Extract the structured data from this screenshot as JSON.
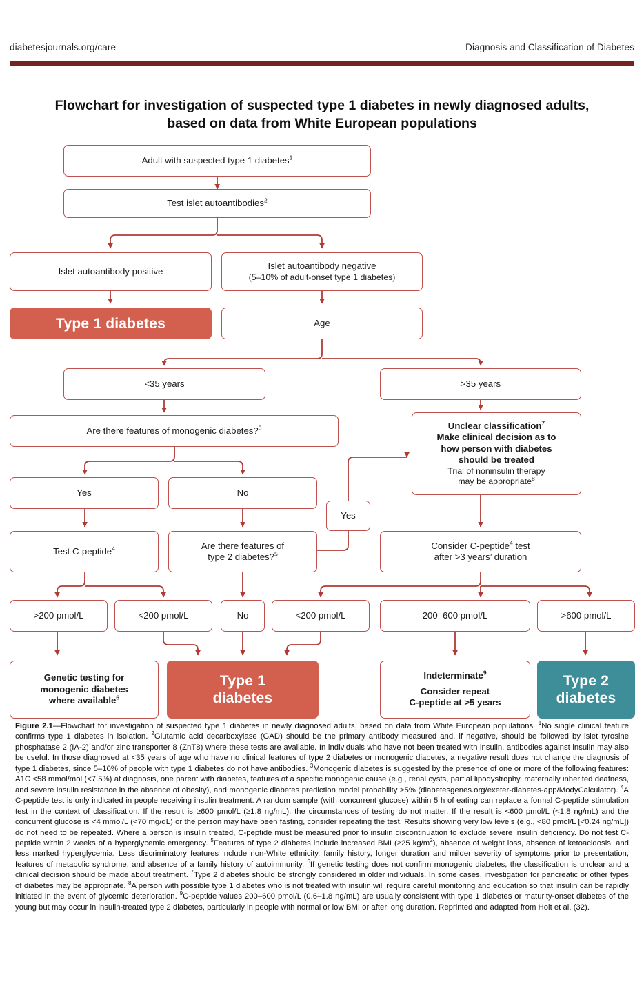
{
  "running_head": {
    "left": "diabetesjournals.org/care",
    "right": "Diagnosis and Classification of Diabetes",
    "rule_color": "#742224"
  },
  "figure": {
    "title_line1": "Flowchart for investigation of suspected type 1 diabetes in newly",
    "title_line2": "diagnosed adults, based on data from White European populations"
  },
  "palette": {
    "box_border": "#c0504d",
    "type1_fill": "#d35f4f",
    "type2_fill": "#3e8e99",
    "arrow": "#b03a36",
    "rule": "#742224"
  },
  "chart_data": {
    "type": "diagram",
    "title": "Flowchart for investigation of suspected type 1 diabetes in newly diagnosed adults, based on data from White European populations",
    "nodes": [
      {
        "id": "n1",
        "label": "Adult with suspected type 1 diabetes",
        "sup": "1",
        "style": "outline"
      },
      {
        "id": "n2",
        "label": "Test islet autoantibodies",
        "sup": "2",
        "style": "outline"
      },
      {
        "id": "n3",
        "label": "Islet autoantibody positive",
        "style": "outline"
      },
      {
        "id": "n4a",
        "label": "Islet autoantibody negative",
        "style": "outline"
      },
      {
        "id": "n4b",
        "label": "(5–10% of adult-onset type 1 diabetes)",
        "style": "outline"
      },
      {
        "id": "n5",
        "label": "Type 1 diabetes",
        "style": "filled-red"
      },
      {
        "id": "n6",
        "label": "Age",
        "style": "outline"
      },
      {
        "id": "n7",
        "label": "<35 years",
        "style": "outline"
      },
      {
        "id": "n8",
        "label": ">35 years",
        "style": "outline"
      },
      {
        "id": "n9",
        "label": "Are there features of monogenic diabetes?",
        "sup": "3",
        "style": "outline"
      },
      {
        "id": "n10l1",
        "label": "Unclear classification",
        "sup": "7",
        "style": "outline"
      },
      {
        "id": "n10l2",
        "label": "Make clinical decision as to",
        "style": "outline"
      },
      {
        "id": "n10l3",
        "label": "how person with diabetes",
        "style": "outline"
      },
      {
        "id": "n10l4",
        "label": "should be treated",
        "style": "outline"
      },
      {
        "id": "n10l5",
        "label": "Trial of noninsulin therapy",
        "style": "outline"
      },
      {
        "id": "n10l6",
        "label": "may be appropriate",
        "sup": "8",
        "style": "outline"
      },
      {
        "id": "n11",
        "label": "Yes",
        "style": "outline"
      },
      {
        "id": "n12",
        "label": "No",
        "style": "outline"
      },
      {
        "id": "n13",
        "label": "Yes",
        "style": "outline"
      },
      {
        "id": "n14",
        "label": "Test C-peptide",
        "sup": "4",
        "style": "outline"
      },
      {
        "id": "n15a",
        "label": "Are there features of",
        "style": "outline"
      },
      {
        "id": "n15b",
        "label": "type 2 diabetes?",
        "sup": "5",
        "style": "outline"
      },
      {
        "id": "n16a",
        "label": "Consider C-peptide",
        "sup": "4",
        "label_tail": " test",
        "style": "outline"
      },
      {
        "id": "n16b",
        "label": "after >3 years’ duration",
        "style": "outline"
      },
      {
        "id": "n17",
        "label": ">200 pmol/L",
        "style": "outline"
      },
      {
        "id": "n18",
        "label": "<200 pmol/L",
        "style": "outline"
      },
      {
        "id": "n19",
        "label": "No",
        "style": "outline"
      },
      {
        "id": "n20",
        "label": "<200 pmol/L",
        "style": "outline"
      },
      {
        "id": "n21",
        "label": "200–600 pmol/L",
        "style": "outline"
      },
      {
        "id": "n22",
        "label": ">600 pmol/L",
        "style": "outline"
      },
      {
        "id": "n23a",
        "label": "Genetic testing for",
        "style": "outline"
      },
      {
        "id": "n23b",
        "label": "monogenic diabetes",
        "style": "outline"
      },
      {
        "id": "n23c",
        "label": "where available",
        "sup": "6",
        "style": "outline"
      },
      {
        "id": "n24",
        "label": "Type 1 diabetes",
        "style": "filled-red"
      },
      {
        "id": "n25a",
        "label": "Indeterminate",
        "sup": "9",
        "style": "outline"
      },
      {
        "id": "n25b",
        "label": "Consider repeat",
        "style": "outline"
      },
      {
        "id": "n25c",
        "label": "C-peptide at >5 years",
        "style": "outline"
      },
      {
        "id": "n26",
        "label": "Type 2 diabetes",
        "style": "filled-teal"
      }
    ],
    "edges": [
      {
        "from": "n1",
        "to": "n2"
      },
      {
        "from": "n2",
        "to": "n3"
      },
      {
        "from": "n2",
        "to": "n4a"
      },
      {
        "from": "n3",
        "to": "n5"
      },
      {
        "from": "n4a",
        "to": "n6"
      },
      {
        "from": "n6",
        "to": "n7"
      },
      {
        "from": "n6",
        "to": "n8"
      },
      {
        "from": "n7",
        "to": "n9"
      },
      {
        "from": "n8",
        "to": "n10l1"
      },
      {
        "from": "n9",
        "to": "n11"
      },
      {
        "from": "n9",
        "to": "n12"
      },
      {
        "from": "n11",
        "to": "n14"
      },
      {
        "from": "n12",
        "to": "n15a"
      },
      {
        "from": "n15a",
        "to": "n13"
      },
      {
        "from": "n13",
        "to": "n10l1"
      },
      {
        "from": "n10l1",
        "to": "n16a"
      },
      {
        "from": "n14",
        "to": "n17"
      },
      {
        "from": "n14",
        "to": "n18"
      },
      {
        "from": "n15a",
        "to": "n19"
      },
      {
        "from": "n16a",
        "to": "n20"
      },
      {
        "from": "n16a",
        "to": "n21"
      },
      {
        "from": "n16a",
        "to": "n22"
      },
      {
        "from": "n17",
        "to": "n23a"
      },
      {
        "from": "n18",
        "to": "n24"
      },
      {
        "from": "n19",
        "to": "n24"
      },
      {
        "from": "n20",
        "to": "n24"
      },
      {
        "from": "n21",
        "to": "n25a"
      },
      {
        "from": "n22",
        "to": "n26"
      }
    ]
  },
  "boxes": {
    "adult_suspected": "Adult with suspected type 1 diabetes",
    "adult_suspected_sup": "1",
    "test_autoantibodies": "Test islet autoantibodies",
    "test_autoantibodies_sup": "2",
    "aab_positive": "Islet autoantibody positive",
    "aab_negative_l1": "Islet autoantibody negative",
    "aab_negative_l2": "(5–10% of adult-onset type 1 diabetes)",
    "type1_top": "Type 1 diabetes",
    "age": "Age",
    "under35": "<35 years",
    "over35": ">35 years",
    "monogenic_q": "Are there features of monogenic diabetes?",
    "monogenic_q_sup": "3",
    "unclear_l1": "Unclear classification",
    "unclear_l1_sup": "7",
    "unclear_l2": "Make clinical decision as to",
    "unclear_l3": "how person with diabetes",
    "unclear_l4": "should be treated",
    "unclear_l5": "Trial of noninsulin therapy",
    "unclear_l6": "may be appropriate",
    "unclear_l6_sup": "8",
    "yes_mono": "Yes",
    "no_mono": "No",
    "yes_t2": "Yes",
    "test_cpeptide": "Test C-peptide",
    "test_cpeptide_sup": "4",
    "t2_features_l1": "Are there features of",
    "t2_features_l2": "type 2 diabetes?",
    "t2_features_sup": "5",
    "consider_cpep_l1a": "Consider C-peptide",
    "consider_cpep_l1_sup": "4",
    "consider_cpep_l1b": " test",
    "consider_cpep_l2": "after >3 years’ duration",
    "gt200": ">200 pmol/L",
    "lt200_a": "<200 pmol/L",
    "no_t2": "No",
    "lt200_b": "<200 pmol/L",
    "mid200_600": "200–600 pmol/L",
    "gt600": ">600 pmol/L",
    "genetic_l1": "Genetic testing for",
    "genetic_l2": "monogenic diabetes",
    "genetic_l3": "where available",
    "genetic_l3_sup": "6",
    "type1_bottom_l1": "Type 1",
    "type1_bottom_l2": "diabetes",
    "indeterminate_l1": "Indeterminate",
    "indeterminate_l1_sup": "9",
    "indeterminate_l2": "Consider repeat",
    "indeterminate_l3": "C-peptide at >5 years",
    "type2_l1": "Type 2",
    "type2_l2": "diabetes"
  },
  "caption": {
    "label": "Figure 2.1",
    "p1": "—Flowchart for investigation of suspected type 1 diabetes in newly diagnosed adults, based on data from White European populations. ",
    "s1": "1",
    "p2": "No single clinical feature confirms type 1 diabetes in isolation. ",
    "s2": "2",
    "p3": "Glutamic acid decarboxylase (GAD) should be the primary antibody measured and, if negative, should be followed by islet tyrosine phosphatase 2 (IA-2) and/or zinc transporter 8 (ZnT8) where these tests are available. In individuals who have not been treated with insulin, antibodies against insulin may also be useful. In those diagnosed at <35 years of age who have no clinical features of type 2 diabetes or monogenic diabetes, a negative result does not change the diagnosis of type 1 diabetes, since 5–10% of people with type 1 diabetes do not have antibodies. ",
    "s3": "3",
    "p4": "Monogenic diabetes is suggested by the presence of one or more of the following features: A1C <58 mmol/mol (<7.5%) at diagnosis, one parent with diabetes, features of a specific monogenic cause (e.g., renal cysts, partial lipodystrophy, maternally inherited deafness, and severe insulin resistance in the absence of obesity), and monogenic diabetes prediction model probability >5% (diabetesgenes.org/exeter-diabetes-app/ModyCalculator). ",
    "s4": "4",
    "p5a": "A C-peptide test is only indicated in people receiving insulin treatment. A random sample (with concurrent glucose) within 5 h of eating can replace a formal C-peptide stimulation test in the context of classification. If the result is ≥600 pmol/L (≥1.8 ng/mL), the circumstances of testing do not matter. If the result is <600 pmol/L (<1.8 ng/mL) and the concurrent glucose is <4 mmol/L (<70 mg/dL) or the person may have been fasting, consider repeating the test. Results showing very low levels (e.g., <80 pmol/L [<0.24 ng/mL]) do not need to be repeated. Where a person is insulin treated, C-peptide must be measured prior to insulin discontinuation to exclude severe insulin deficiency. Do not test C-peptide within 2 weeks of a hyperglycemic emergency. ",
    "s5": "5",
    "p6a": "Features of type 2 diabetes include increased BMI (≥25 kg/m",
    "p6sup": "2",
    "p6b": "), absence of weight loss, absence of ketoacidosis, and less marked hyperglycemia. Less discriminatory features include non-White ethnicity, family history, longer duration and milder severity of symptoms prior to presentation, features of metabolic syndrome, and absence of a family history of autoimmunity. ",
    "s6": "6",
    "p7": "If genetic testing does not confirm monogenic diabetes, the classification is unclear and a clinical decision should be made about treatment. ",
    "s7": "7",
    "p8": "Type 2 diabetes should be strongly considered in older individuals. In some cases, investigation for pancreatic or other types of diabetes may be appropriate. ",
    "s8": "8",
    "p9": "A person with possible type 1 diabetes who is not treated with insulin will require careful monitoring and education so that insulin can be rapidly initiated in the event of glycemic deterioration. ",
    "s9": "9",
    "p10": "C-peptide values 200–600 pmol/L (0.6–1.8 ng/mL) are usually consistent with type 1 diabetes or maturity-onset diabetes of the young but may occur in insulin-treated type 2 diabetes, particularly in people with normal or low BMI or after long duration. Reprinted and adapted from Holt et al. (32)."
  }
}
